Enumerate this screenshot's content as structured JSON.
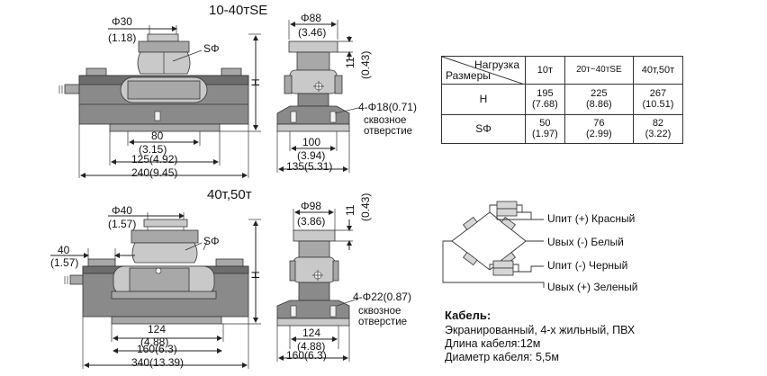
{
  "top_drawing": {
    "title": "10-40тSE",
    "front": {
      "dia_label": "Φ30",
      "dia_label_in": "(1.18)",
      "sphere_label": "SΦ",
      "height_label": "H",
      "dim_80": "80",
      "dim_80_in": "(3.15)",
      "dim_125": "125(4.92)",
      "dim_240": "240(9.45)"
    },
    "side": {
      "dia_label": "Φ88",
      "dia_label_in": "(3.46)",
      "dim_11": "11",
      "dim_11_in": "(0.43)",
      "hole_label": "4-Φ18(0.71)",
      "hole_note_1": "сквозное",
      "hole_note_2": "отверстие",
      "dim_100": "100",
      "dim_100_in": "(3.94)",
      "dim_135": "135(5.31)"
    }
  },
  "bottom_drawing": {
    "title": "40т,50т",
    "front": {
      "dia_label": "Φ40",
      "dia_label_in": "(1.57)",
      "sphere_label": "SΦ",
      "height_label": "H",
      "dim_40": "40",
      "dim_40_in": "(1.57)",
      "dim_124": "124",
      "dim_124_in": "(4.88)",
      "dim_160": "160(6.3)",
      "dim_340": "340(13.39)"
    },
    "side": {
      "dia_label": "Φ98",
      "dia_label_in": "(3.86)",
      "dim_11": "11",
      "dim_11_in": "(0.43)",
      "hole_label": "4-Φ22(0.87)",
      "hole_note_1": "сквозное",
      "hole_note_2": "отверстие",
      "dim_124": "124",
      "dim_124_in": "(4.88)",
      "dim_160": "160(6.3)"
    }
  },
  "table": {
    "header_load": "Нагрузка",
    "header_sizes": "Размеры",
    "columns": [
      "10т",
      "20т~40тSE",
      "40т,50т"
    ],
    "rows": [
      {
        "label": "H",
        "values": [
          [
            "195",
            "(7.68)"
          ],
          [
            "225",
            "(8.86)"
          ],
          [
            "267",
            "(10.51)"
          ]
        ]
      },
      {
        "label": "SΦ",
        "values": [
          [
            "50",
            "(1.97)"
          ],
          [
            "76",
            "(2.99)"
          ],
          [
            "82",
            "(3.22)"
          ]
        ]
      }
    ]
  },
  "wiring": {
    "labels": [
      "Uпит (+) Красный",
      "Uвых (-) Белый",
      "Uпит (-) Черный",
      "Uвых (+) Зеленый"
    ]
  },
  "cable": {
    "title": "Кабель:",
    "lines": [
      "Экранированный, 4-х жильный, ПВХ",
      "Длина кабеля:12м",
      "Диаметр кабеля: 5,5м"
    ]
  }
}
